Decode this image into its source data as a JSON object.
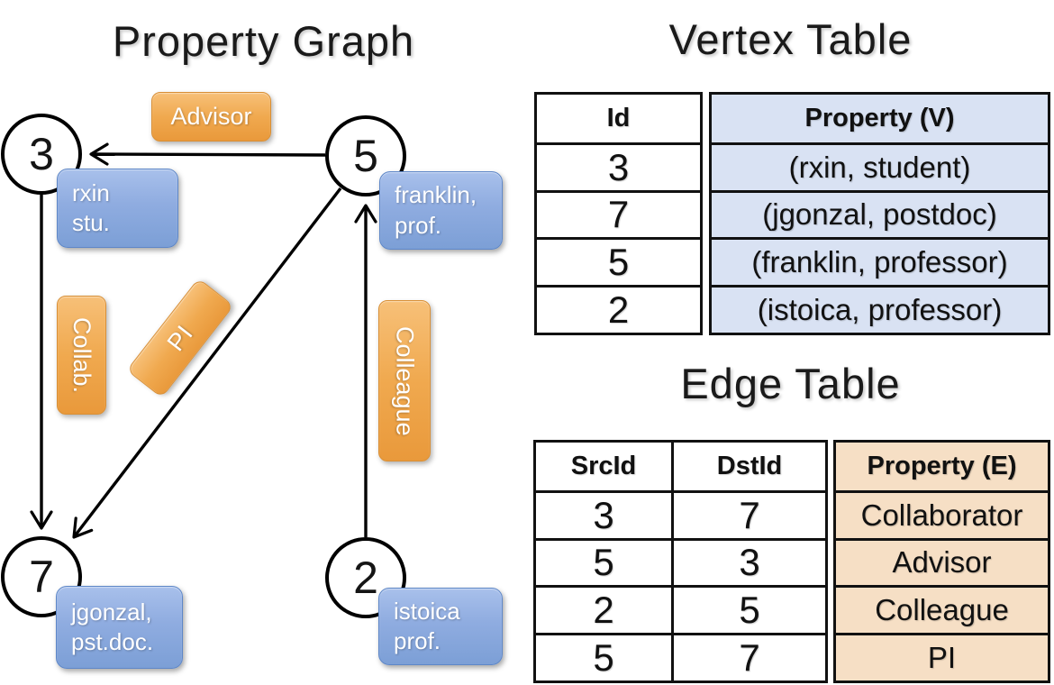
{
  "colors": {
    "blue_box_top": "#A8C0EB",
    "blue_box_bottom": "#7C9FD6",
    "blue_box_border": "#5E87C8",
    "orange_box_top": "#F7C078",
    "orange_box_bottom": "#E9993B",
    "orange_box_border": "#D98F35",
    "vertex_cell_fill": "#D9E2F3",
    "edge_cell_fill": "#F6DFC5",
    "table_border": "#111111",
    "edge_stroke": "#000000"
  },
  "graph": {
    "title": "Property Graph",
    "nodes": [
      {
        "id": "3",
        "property_lines": [
          "rxin",
          "stu."
        ]
      },
      {
        "id": "5",
        "property_lines": [
          "franklin,",
          "prof."
        ]
      },
      {
        "id": "7",
        "property_lines": [
          "jgonzal,",
          "pst.doc."
        ]
      },
      {
        "id": "2",
        "property_lines": [
          "istoica",
          "prof."
        ]
      }
    ],
    "edge_labels": {
      "advisor": "Advisor",
      "collab": "Collab.",
      "pi": "PI",
      "colleague": "Colleague"
    }
  },
  "vertex_table": {
    "title": "Vertex Table",
    "headers": {
      "id": "Id",
      "property": "Property (V)"
    },
    "rows": [
      {
        "id": "3",
        "property": "(rxin, student)"
      },
      {
        "id": "7",
        "property": "(jgonzal, postdoc)"
      },
      {
        "id": "5",
        "property": "(franklin, professor)"
      },
      {
        "id": "2",
        "property": "(istoica, professor)"
      }
    ]
  },
  "edge_table": {
    "title": "Edge Table",
    "headers": {
      "src": "SrcId",
      "dst": "DstId",
      "property": "Property (E)"
    },
    "rows": [
      {
        "src": "3",
        "dst": "7",
        "property": "Collaborator"
      },
      {
        "src": "5",
        "dst": "3",
        "property": "Advisor"
      },
      {
        "src": "2",
        "dst": "5",
        "property": "Colleague"
      },
      {
        "src": "5",
        "dst": "7",
        "property": "PI"
      }
    ]
  }
}
